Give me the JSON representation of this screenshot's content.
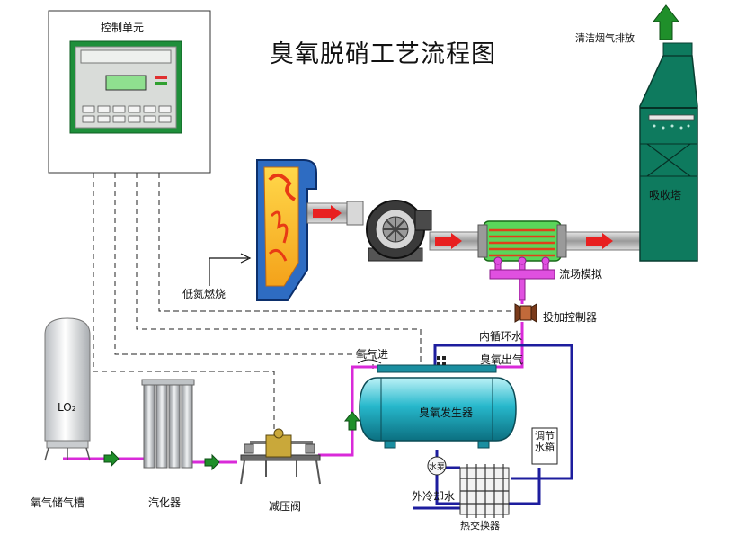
{
  "title": "臭氧脱硝工艺流程图",
  "labels": {
    "control_unit": "控制单元",
    "exhaust": "清洁烟气排放",
    "absorber": "吸收塔",
    "low_nitrogen": "低氮燃烧",
    "flow_sim": "流场模拟",
    "dosing_controller": "投加控制器",
    "inner_cycle": "内循环水",
    "oxygen_in": "氧气进",
    "ozone_out": "臭氧出气",
    "ozone_generator": "臭氧发生器",
    "regulating_tank": "调节水箱",
    "pump": "水泵",
    "outer_cooling": "外冷却水",
    "heat_exchanger": "热交换器",
    "oxygen_tank": "氧气储气槽",
    "tank_mark": "LO₂",
    "vaporizer": "汽化器",
    "reducer": "减压阀"
  },
  "colors": {
    "tower": "#0e7a5e",
    "pipe_gas": "#d92ad9",
    "pipe_water": "#1d1d9e",
    "arrow": "#1f8f2a",
    "arrow_red": "#e82020",
    "generator": "#1ab5c9"
  }
}
